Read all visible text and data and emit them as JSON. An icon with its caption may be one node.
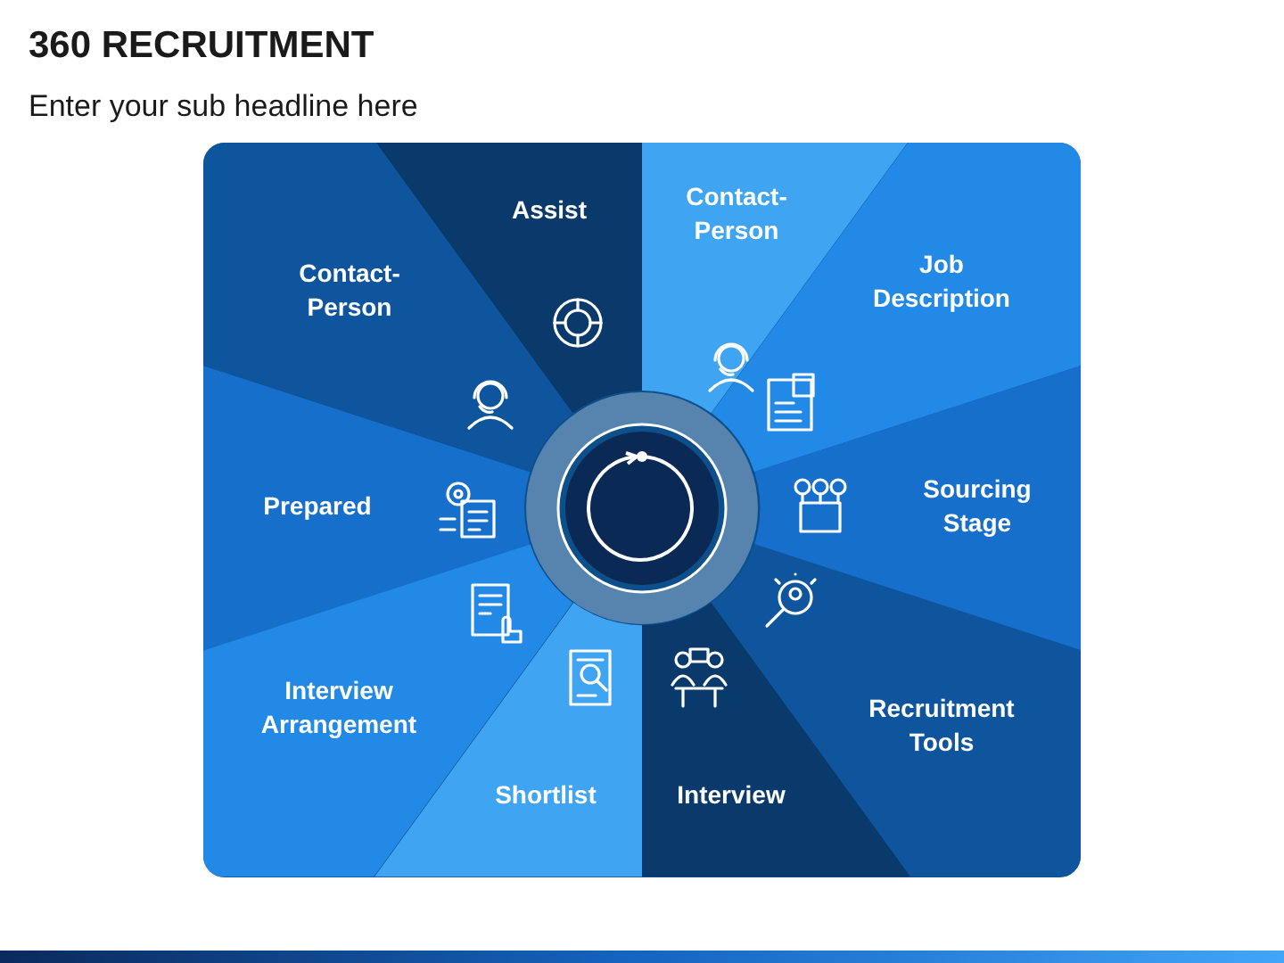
{
  "diagram": {
    "title": "360 RECRUITMENT",
    "nodes": [
      {
        "text": [
          "Contact-Person"
        ]
      },
      {
        "text": [
          "Job Description"
        ]
      },
      {
        "text": [
          "Sourcing Stage"
        ]
      },
      {
        "text": [
          "Recruitment Tools"
        ]
      },
      {
        "text": [
          "Interview"
        ]
      },
      {
        "text": [
          "Shortlist"
        ]
      },
      {
        "text": [
          "Interview Arrangement"
        ]
      },
      {
        "text": [
          "Prepared"
        ]
      },
      {
        "text": [
          "Contact-Person"
        ]
      },
      {
        "text": [
          "Assist"
        ]
      }
    ],
    "labels": [
      "Enter your sub headline here"
    ]
  }
}
